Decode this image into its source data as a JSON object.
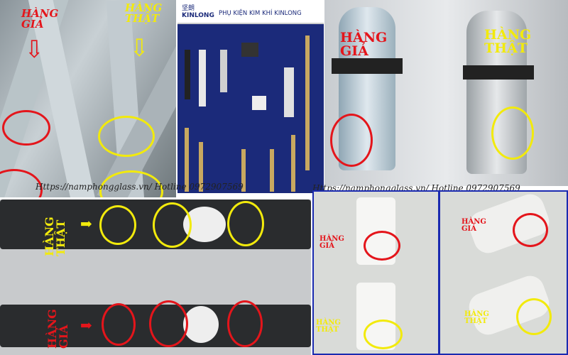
{
  "labels": {
    "fake": "HÀNG GIẢ",
    "real": "HÀNG THẬT",
    "fake_1": "HÀNG",
    "fake_2": "GIẢ",
    "real_1": "HÀNG",
    "real_2": "THẬT"
  },
  "board": {
    "logo_cn": "坚朗",
    "logo_en": "KINLONG",
    "title": "PHỤ KIỆN KIM KHÍ KINLONG"
  },
  "watermark": "Https://namphongglass.vn/ Hotline 0972907569",
  "colors": {
    "fake": "#e4151b",
    "real": "#f2ea0c",
    "board": "#1b2a7a"
  }
}
